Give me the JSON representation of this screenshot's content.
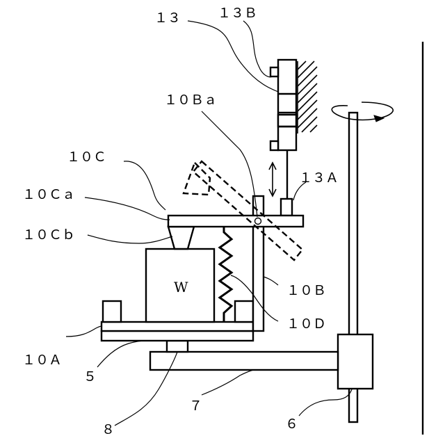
{
  "labels": {
    "l13": "１３",
    "l13B": "１３Ｂ",
    "l10Ba": "１０Ｂａ",
    "l10C": "１０Ｃ",
    "l13A": "１３Ａ",
    "l10Ca": "１０Ｃａ",
    "l10Cb": "１０Ｃｂ",
    "lW": "W",
    "l10B": "１０Ｂ",
    "l10D": "１０Ｄ",
    "l10A": "１０Ａ",
    "l5": "５",
    "l7": "７",
    "l8": "８",
    "l6": "６"
  }
}
